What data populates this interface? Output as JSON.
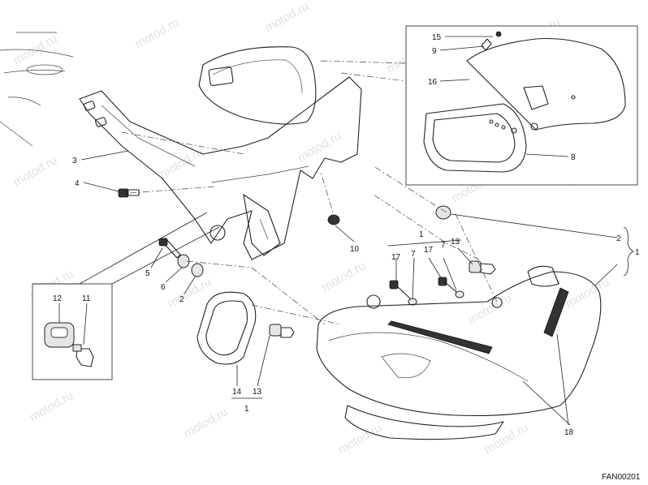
{
  "diagram": {
    "drawing_code": "FAN00201",
    "watermark_text": "motod.ru",
    "callouts": {
      "c1_top": "1",
      "c1_right": "1",
      "c1_bottom": "1",
      "c2_right": "2",
      "c2_left": "2",
      "c3": "3",
      "c4": "4",
      "c5": "5",
      "c6": "6",
      "c7_a": "7",
      "c7_b": "7",
      "c8": "8",
      "c9": "9",
      "c10": "10",
      "c11": "11",
      "c12": "12",
      "c13_top": "13",
      "c13_bottom": "13",
      "c14": "14",
      "c15": "15",
      "c16": "16",
      "c17_a": "17",
      "c17_b": "17",
      "c18": "18"
    }
  }
}
